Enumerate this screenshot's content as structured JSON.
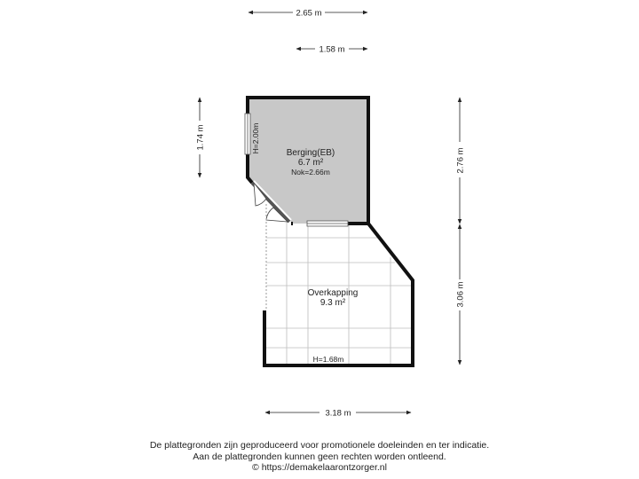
{
  "rooms": {
    "berging": {
      "name": "Berging(EB)",
      "area": "6.7 m²",
      "ridge": "Nok=2.66m",
      "fill": "#c8c8c8"
    },
    "overkapping": {
      "name": "Overkapping",
      "area": "9.3 m²"
    }
  },
  "labels": {
    "window_height": "H=2.00m",
    "opening_height": "H=1.68m"
  },
  "dimensions": {
    "top_width": "2.65 m",
    "inner_width": "1.58 m",
    "bottom_width": "3.18 m",
    "left_height": "1.74 m",
    "right_upper": "2.76 m",
    "right_lower": "3.06 m"
  },
  "footer": {
    "line1": "De plattegronden zijn geproduceerd voor promotionele doeleinden en ter indicatie.",
    "line2": "Aan de plattegronden kunnen geen rechten worden ontleend.",
    "line3": "© https://demakelaarontzorger.nl"
  }
}
